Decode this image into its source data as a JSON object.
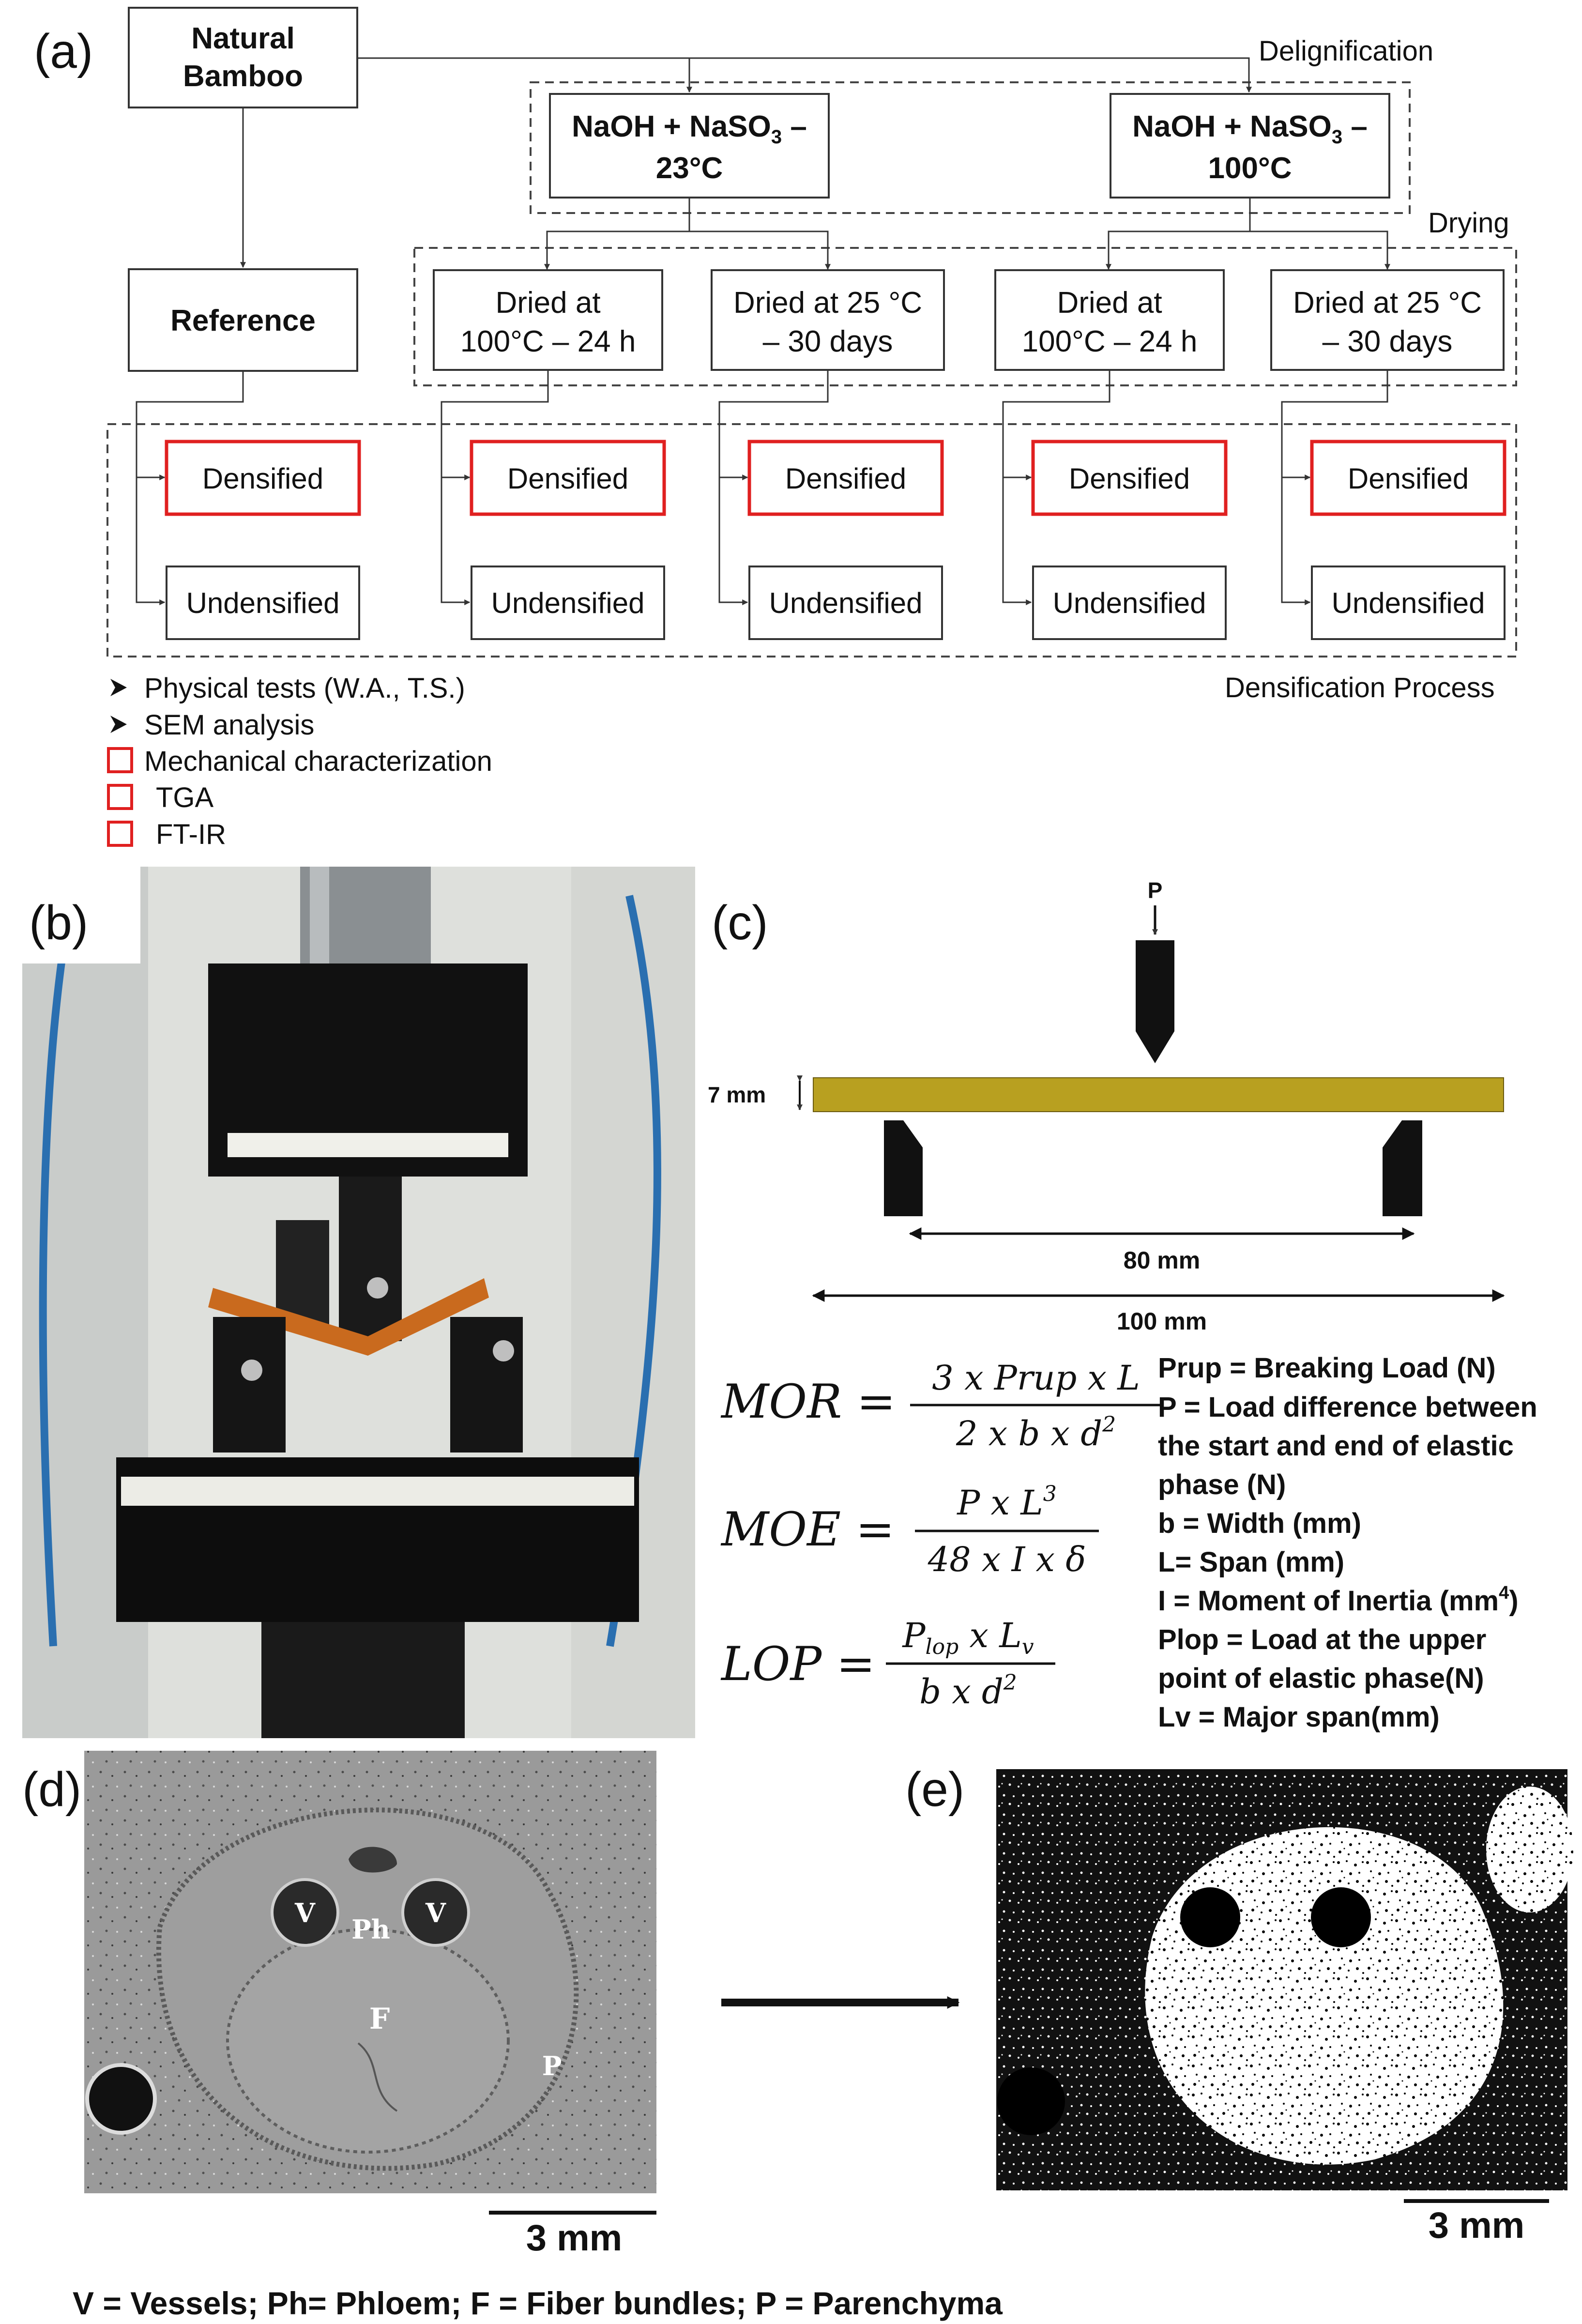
{
  "panels": {
    "a": "(a)",
    "b": "(b)",
    "c": "(c)",
    "d": "(d)",
    "e": "(e)"
  },
  "flow": {
    "natural_bamboo": [
      "Natural",
      "Bamboo"
    ],
    "reference": "Reference",
    "delignification_label": "Delignification",
    "drying_label": "Drying",
    "densification_label": "Densification Process",
    "treatment_23": {
      "formula": "NaOH + NaSO",
      "sub": "3",
      "dash": " –",
      "temp": "23°C"
    },
    "treatment_100": {
      "formula": "NaOH + NaSO",
      "sub": "3",
      "dash": " –",
      "temp": "100°C"
    },
    "dried_100": [
      "Dried at",
      "100°C – 24 h"
    ],
    "dried_25": [
      "Dried at 25 °C",
      "– 30 days"
    ],
    "densified": "Densified",
    "undensified": "Undensified"
  },
  "legend": {
    "items": [
      {
        "marker": "arrow",
        "text": "Physical tests (W.A., T.S.)"
      },
      {
        "marker": "arrow",
        "text": "SEM analysis"
      },
      {
        "marker": "red-square",
        "text": "Mechanical characterization"
      },
      {
        "marker": "red-square",
        "text": "TGA"
      },
      {
        "marker": "red-square",
        "text": "FT-IR"
      }
    ]
  },
  "bending": {
    "load_label": "P",
    "thickness_label": "7 mm",
    "span_label": "80 mm",
    "length_label": "100 mm"
  },
  "equations": {
    "mor": {
      "lhs": "MOR =",
      "num": "3 x Prup x L",
      "den_pre": "2 x b x d",
      "den_sup": "2"
    },
    "moe": {
      "lhs": "MOE =",
      "num_pre": "P x L",
      "num_sup": "3",
      "den": "48 x I x δ"
    },
    "lop": {
      "lhs": "LOP =",
      "num_p": "P",
      "num_p_sub": "lop",
      "num_mid": " x L",
      "num_l_sub": "v",
      "den_pre": "b x d",
      "den_sup": "2"
    }
  },
  "definitions": [
    "Prup = Breaking Load (N)",
    "P = Load difference between",
    "the start and end of elastic",
    "phase (N)",
    "b = Width (mm)",
    "L= Span (mm)",
    "I = Moment of Inertia (mm",
    "Plop = Load at the upper",
    "point of elastic phase(N)",
    "Lv = Major span(mm)"
  ],
  "inertia_unit_sup": "4",
  "inertia_unit_close": ")",
  "sem": {
    "labels": {
      "v": "V",
      "ph": "Ph",
      "f": "F",
      "p": "P"
    },
    "scale_d": "3 mm",
    "scale_e": "3 mm",
    "caption": "V = Vessels; Ph= Phloem; F = Fiber bundles; P = Parenchyma"
  },
  "colors": {
    "red_box": "#e02020",
    "beam": "#b8a020",
    "box_stroke": "#333333",
    "dash": "#444444",
    "sem_gray": "#9a9a9a"
  }
}
